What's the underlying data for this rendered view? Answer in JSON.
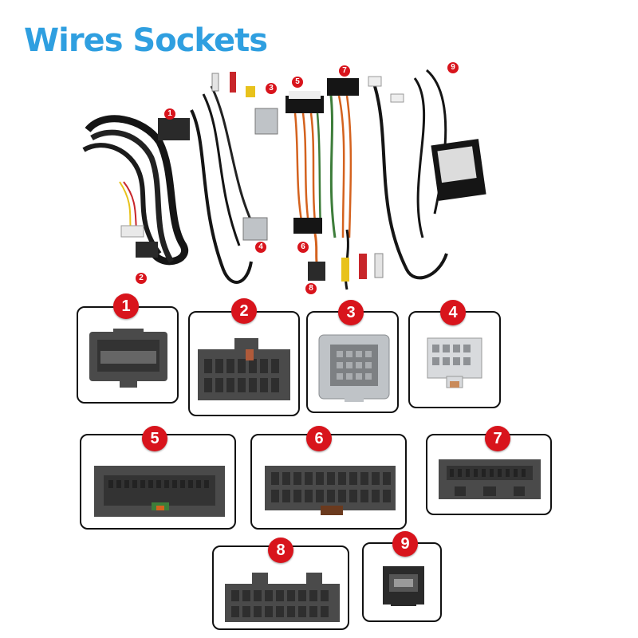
{
  "title": "Wires Sockets",
  "colors": {
    "title": "#2f9fe0",
    "badge": "#d8141c",
    "connector_dark": "#4a4a4a",
    "connector_light": "#bfc3c7",
    "wire_black": "#151515",
    "wire_green": "#3d7d3a",
    "wire_orange": "#d4621e",
    "rca_red": "#c8262a",
    "rca_yellow": "#e8c21c",
    "rca_white": "#e4e4e4"
  },
  "photo_labels": [
    "1",
    "2",
    "3",
    "4",
    "5",
    "6",
    "7",
    "8",
    "9"
  ],
  "connectors": [
    {
      "number": "1",
      "color": "dark",
      "icon": "connector-1-icon"
    },
    {
      "number": "2",
      "color": "dark",
      "icon": "connector-2-icon"
    },
    {
      "number": "3",
      "color": "light",
      "icon": "connector-3-icon"
    },
    {
      "number": "4",
      "color": "light",
      "icon": "connector-4-icon"
    },
    {
      "number": "5",
      "color": "dark",
      "icon": "connector-5-icon"
    },
    {
      "number": "6",
      "color": "dark",
      "icon": "connector-6-icon"
    },
    {
      "number": "7",
      "color": "dark",
      "icon": "connector-7-icon"
    },
    {
      "number": "8",
      "color": "dark",
      "icon": "connector-8-icon"
    },
    {
      "number": "9",
      "color": "dark",
      "icon": "connector-9-icon"
    }
  ]
}
